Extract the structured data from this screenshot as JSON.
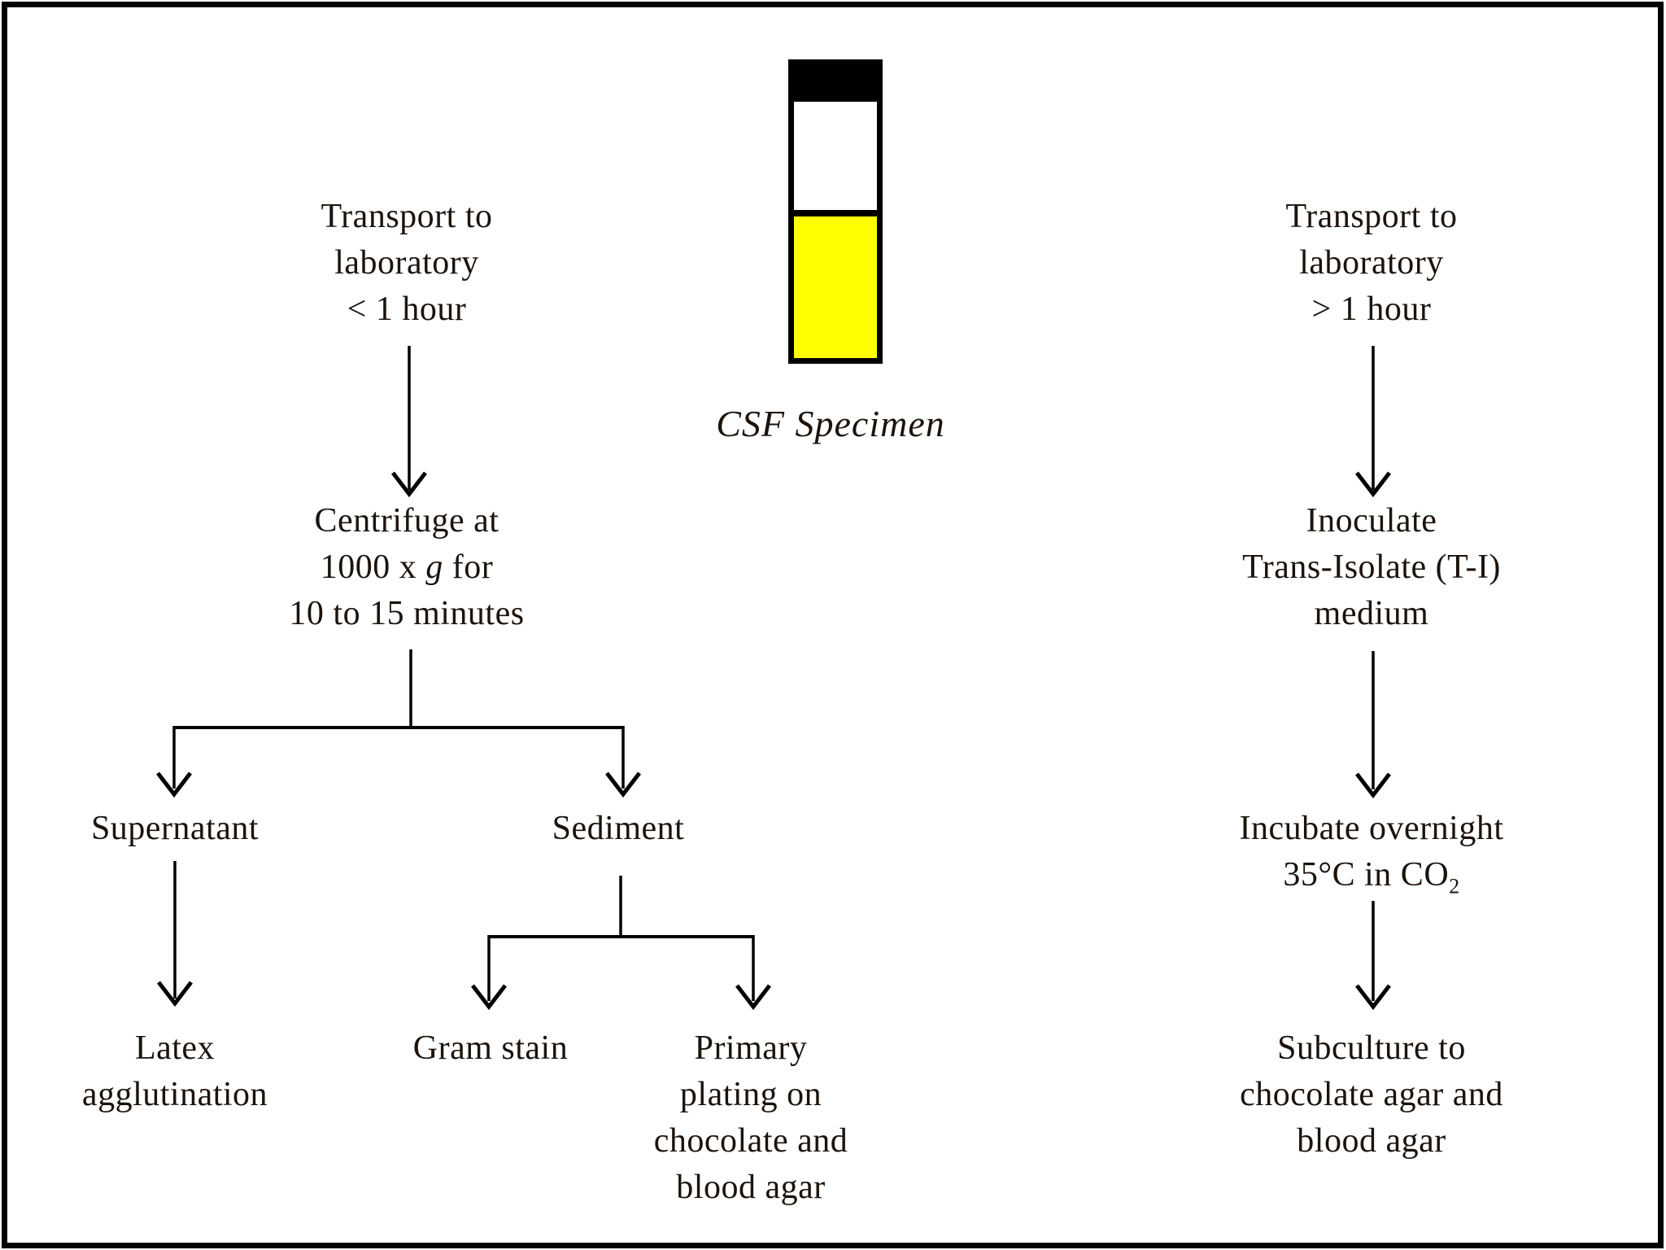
{
  "page": {
    "background": "#ffffff",
    "border_color": "#000000"
  },
  "colors": {
    "tube_cap": "#000000",
    "tube_empty": "#ffffff",
    "tube_fluid_yellow": "#ffff00",
    "connector_line": "#000000",
    "text": "#1b130c"
  },
  "specimen": {
    "label": "CSF Specimen"
  },
  "left_branch": {
    "transport": {
      "lines": [
        "Transport to",
        "laboratory",
        "< 1 hour"
      ]
    },
    "centrifuge": {
      "line1": "Centrifuge at",
      "line2_pre": "1000 x ",
      "line2_italic": "g",
      "line2_post": " for",
      "line3": "10 to 15 minutes"
    },
    "supernatant": {
      "label": "Supernatant"
    },
    "sediment": {
      "label": "Sediment"
    },
    "latex": {
      "lines": [
        "Latex",
        "agglutination"
      ]
    },
    "gram_stain": {
      "label": "Gram stain"
    },
    "primary_plating": {
      "lines": [
        "Primary",
        "plating on",
        "chocolate and",
        "blood agar"
      ]
    }
  },
  "right_branch": {
    "transport": {
      "lines": [
        "Transport to",
        "laboratory",
        "> 1 hour"
      ]
    },
    "inoculate": {
      "lines": [
        "Inoculate",
        "Trans-Isolate (T-I)",
        "medium"
      ]
    },
    "incubate": {
      "line1": "Incubate overnight",
      "line2_pre": "35°C in CO",
      "line2_sub": "2"
    },
    "subculture": {
      "lines": [
        "Subculture to",
        "chocolate agar and",
        "blood agar"
      ]
    }
  }
}
